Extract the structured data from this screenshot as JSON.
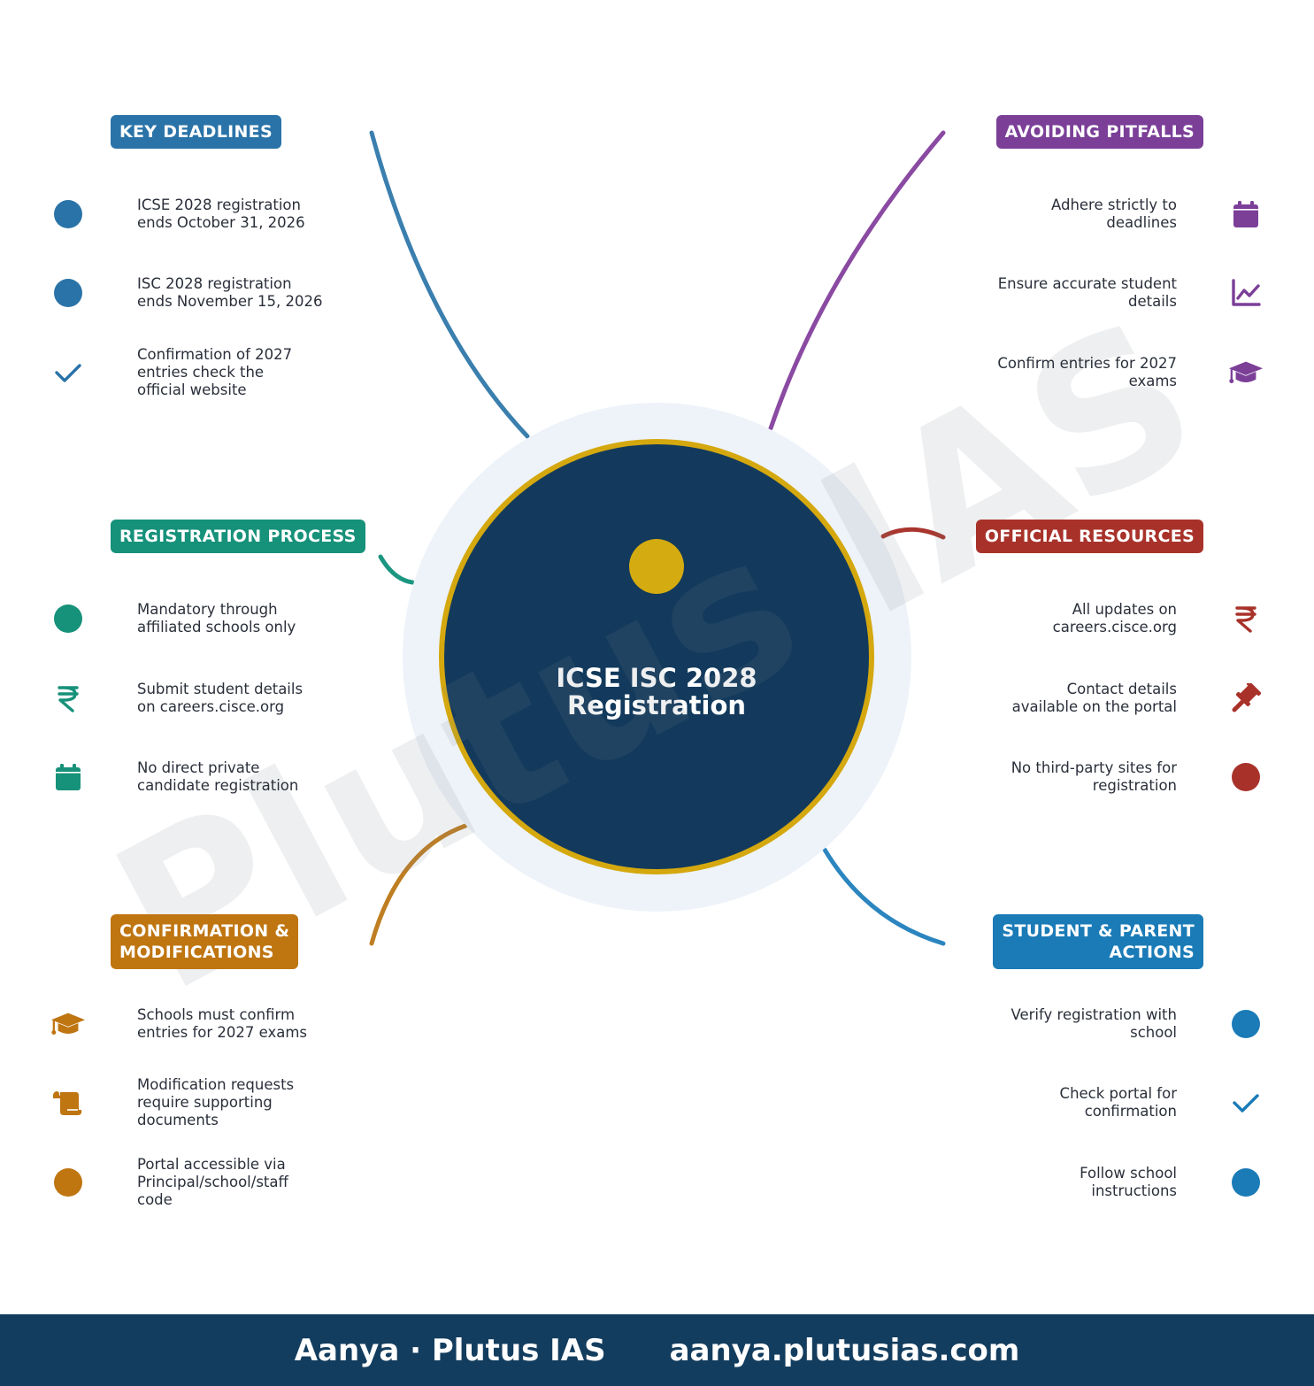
{
  "hub": {
    "title_line1": "ICSE ISC 2028",
    "title_line2": "Registration",
    "ring_color": "#d4a80e",
    "fill_color": "#133a5c"
  },
  "watermark": "Plutus IAS",
  "sections": [
    {
      "id": "key-deadlines",
      "side": "left",
      "color": "#2a73a8",
      "title_lines": [
        "KEY DEADLINES"
      ],
      "items": [
        {
          "icon": "circle-icon",
          "text_lines": [
            "ICSE 2028 registration",
            "ends October 31, 2026"
          ]
        },
        {
          "icon": "circle-icon",
          "text_lines": [
            "ISC 2028 registration",
            "ends November 15, 2026"
          ]
        },
        {
          "icon": "check-icon",
          "text_lines": [
            "Confirmation of 2027",
            "entries check the",
            "official website"
          ]
        }
      ]
    },
    {
      "id": "avoiding-pitfalls",
      "side": "right",
      "color": "#7b3f98",
      "title_lines": [
        "AVOIDING PITFALLS"
      ],
      "items": [
        {
          "icon": "calendar-icon",
          "text_lines": [
            "Adhere strictly to",
            "deadlines"
          ]
        },
        {
          "icon": "line-chart-icon",
          "text_lines": [
            "Ensure accurate student",
            "details"
          ]
        },
        {
          "icon": "graduation-cap-icon",
          "text_lines": [
            "Confirm entries for 2027",
            "exams"
          ]
        }
      ]
    },
    {
      "id": "registration-process",
      "side": "left",
      "color": "#16917a",
      "title_lines": [
        "REGISTRATION PROCESS"
      ],
      "items": [
        {
          "icon": "circle-icon",
          "text_lines": [
            "Mandatory through",
            "affiliated schools only"
          ]
        },
        {
          "icon": "rupee-icon",
          "text_lines": [
            "Submit student details",
            "on careers.cisce.org"
          ]
        },
        {
          "icon": "calendar-icon",
          "text_lines": [
            "No direct private",
            "candidate registration"
          ]
        }
      ]
    },
    {
      "id": "official-resources",
      "side": "right",
      "color": "#a8322a",
      "title_lines": [
        "OFFICIAL RESOURCES"
      ],
      "items": [
        {
          "icon": "rupee-icon",
          "text_lines": [
            "All updates on",
            "careers.cisce.org"
          ]
        },
        {
          "icon": "gavel-icon",
          "text_lines": [
            "Contact details",
            "available on the portal"
          ]
        },
        {
          "icon": "circle-icon",
          "text_lines": [
            "No third-party sites for",
            "registration"
          ]
        }
      ]
    },
    {
      "id": "confirmation-modifications",
      "side": "left",
      "color": "#bf7510",
      "title_lines": [
        "CONFIRMATION &",
        "MODIFICATIONS"
      ],
      "items": [
        {
          "icon": "graduation-cap-icon",
          "text_lines": [
            "Schools must confirm",
            "entries for 2027 exams"
          ]
        },
        {
          "icon": "scroll-icon",
          "text_lines": [
            "Modification requests",
            "require supporting",
            "documents"
          ]
        },
        {
          "icon": "circle-icon",
          "text_lines": [
            "Portal accessible via",
            "Principal/school/staff",
            "code"
          ]
        }
      ]
    },
    {
      "id": "student-parent-actions",
      "side": "right",
      "color": "#1a7bb7",
      "title_lines": [
        "STUDENT & PARENT",
        "ACTIONS"
      ],
      "items": [
        {
          "icon": "circle-icon",
          "text_lines": [
            "Verify registration with",
            "school"
          ]
        },
        {
          "icon": "check-icon",
          "text_lines": [
            "Check portal for",
            "confirmation"
          ]
        },
        {
          "icon": "circle-icon",
          "text_lines": [
            "Follow school",
            "instructions"
          ]
        }
      ]
    }
  ],
  "footer": {
    "left": "Aanya · Plutus IAS",
    "right": "aanya.plutusias.com"
  }
}
